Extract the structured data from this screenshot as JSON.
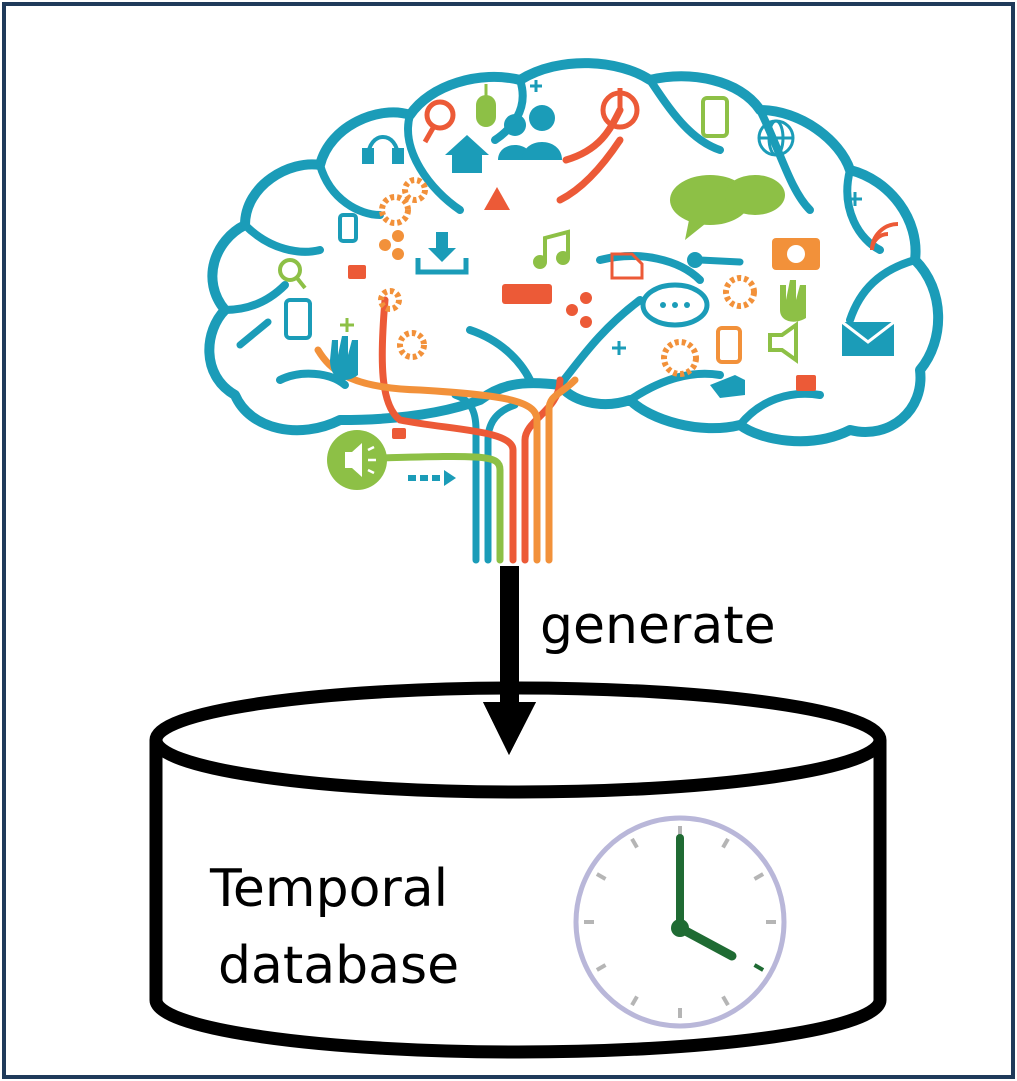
{
  "diagram": {
    "arrow_label": "generate",
    "database_label_line1": "Temporal",
    "database_label_line2": "database",
    "colors": {
      "border": "#1f3a5a",
      "brain_outline": "#1b9cb8",
      "orange": "#f2913a",
      "red": "#ec5a37",
      "green": "#8dc046",
      "clock_rim": "#b9b7d9",
      "clock_hands": "#1f6b33"
    },
    "icons": [
      "magnifier-icon",
      "mouse-icon",
      "users-icon",
      "power-icon",
      "phone-icon",
      "globe-icon",
      "headset-icon",
      "home-icon",
      "warning-icon",
      "gear-icon",
      "chat-bubbles-icon",
      "download-icon",
      "music-note-icon",
      "camera-icon",
      "wrench-icon",
      "keyboard-icon",
      "hand-icon",
      "lock-icon",
      "envelope-icon",
      "speaker-icon",
      "share-icon",
      "wifi-icon",
      "clock-icon"
    ]
  }
}
